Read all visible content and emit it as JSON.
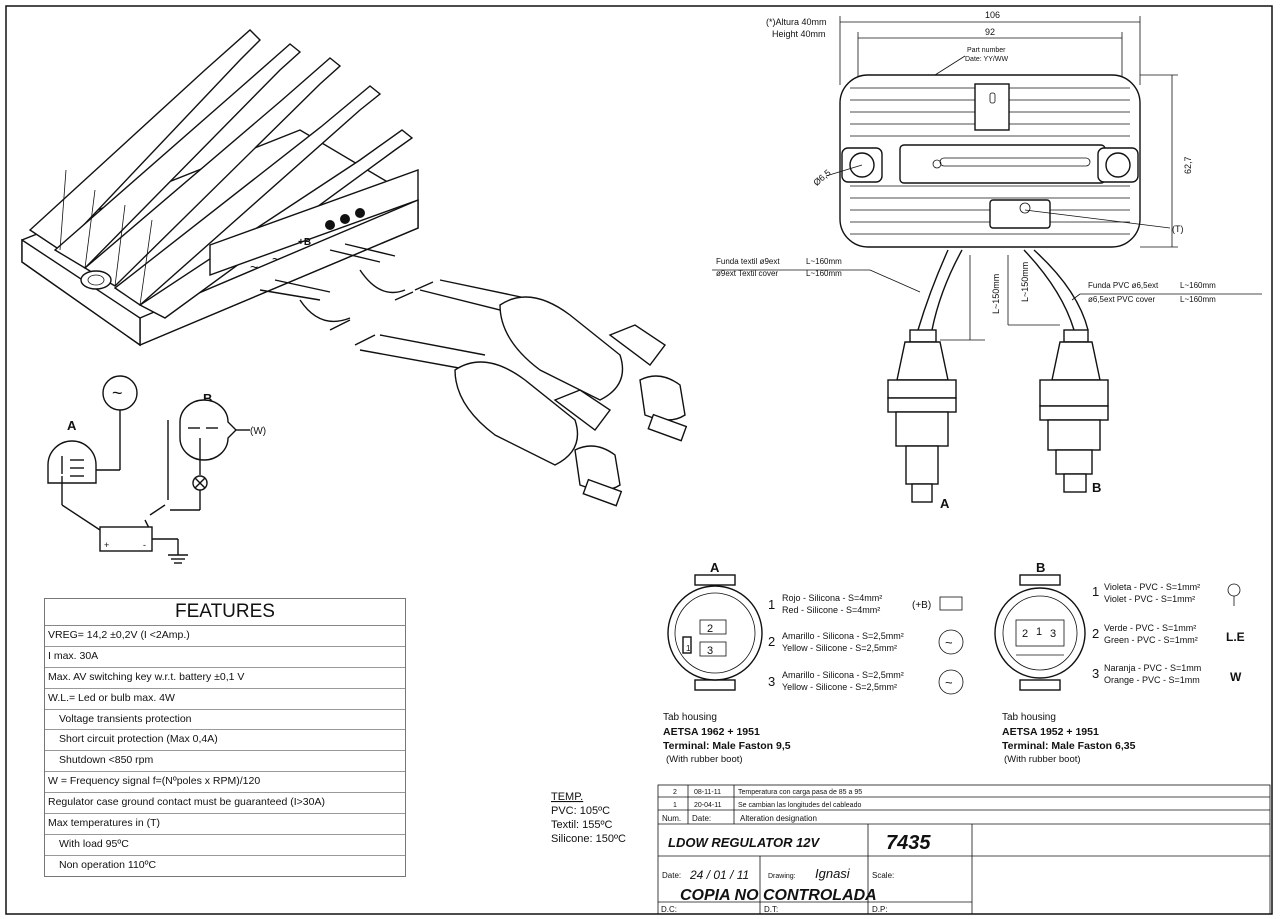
{
  "dimensions": {
    "height_es": "(*)Altura 40mm",
    "height_en": "Height 40mm",
    "width_total": "106",
    "width_holes": "92",
    "depth": "62,7",
    "hole_dia": "Ø6,5",
    "marker": "(T)",
    "part_number_label": "Part number",
    "date_label": "Date: YY/WW",
    "cable_left_len": "L~150mm",
    "cable_right_len": "L~150mm",
    "textile_es": "Funda textil ø9ext",
    "textile_es_len": "L~160mm",
    "textile_en": "ø9ext Textil cover",
    "textile_en_len": "L~160mm",
    "pvc_es": "Funda PVC ø6,5ext",
    "pvc_es_len": "L~160mm",
    "pvc_en": "ø6,5ext PVC cover",
    "pvc_en_len": "L~160mm",
    "connector_a": "A",
    "connector_b": "B"
  },
  "schematic": {
    "label_a": "A",
    "label_b": "B",
    "label_w": "(W)",
    "ac_symbol": "~"
  },
  "body_marks": {
    "plus_b": "+B"
  },
  "features": {
    "title": "FEATURES",
    "rows": [
      {
        "text": "VREG= 14,2 ±0,2V (I <2Amp.)",
        "indent": false
      },
      {
        "text": "I max. 30A",
        "indent": false
      },
      {
        "text": "Max. AV switching key w.r.t. battery  ±0,1 V",
        "indent": false
      },
      {
        "text": "W.L.= Led or bulb max. 4W",
        "indent": false
      },
      {
        "text": "Voltage transients protection",
        "indent": true
      },
      {
        "text": "Short circuit protection (Max 0,4A)",
        "indent": true
      },
      {
        "text": "Shutdown <850 rpm",
        "indent": true
      },
      {
        "text": "W = Frequency signal f=(Nºpoles x RPM)/120",
        "indent": false
      },
      {
        "text": "Regulator case ground contact must be guaranteed (I>30A)",
        "indent": false
      },
      {
        "text": "Max temperatures in (T)",
        "indent": false
      },
      {
        "text": "With load 95ºC",
        "indent": true
      },
      {
        "text": "Non operation 110ºC",
        "indent": true
      }
    ]
  },
  "pinout_a": {
    "label": "A",
    "pins": [
      {
        "num": "1",
        "es": "Rojo - Silicona - S=4mm²",
        "en": "Red - Silicone - S=4mm²",
        "extra": "(+B)"
      },
      {
        "num": "2",
        "es": "Amarillo - Silicona - S=2,5mm²",
        "en": "Yellow - Silicone - S=2,5mm²",
        "extra": "~"
      },
      {
        "num": "3",
        "es": "Amarillo - Silicona - S=2,5mm²",
        "en": "Yellow - Silicone - S=2,5mm²",
        "extra": "~"
      }
    ],
    "housing_title": "Tab housing",
    "housing_model": "AETSA 1962 + 1951",
    "terminal": "Terminal: Male Faston 9,5",
    "boot": "(With rubber boot)",
    "pin_labels": [
      "2",
      "1",
      "3"
    ]
  },
  "pinout_b": {
    "label": "B",
    "pins": [
      {
        "num": "1",
        "es": "Violeta - PVC - S=1mm²",
        "en": "Violet - PVC - S=1mm²",
        "extra": ""
      },
      {
        "num": "2",
        "es": "Verde - PVC - S=1mm²",
        "en": "Green - PVC - S=1mm²",
        "extra": "L.E"
      },
      {
        "num": "3",
        "es": "Naranja - PVC - S=1mm",
        "en": "Orange - PVC - S=1mm",
        "extra": "W"
      }
    ],
    "housing_title": "Tab housing",
    "housing_model": "AETSA 1952 + 1951",
    "terminal": "Terminal: Male Faston 6,35",
    "boot": "(With rubber boot)",
    "pin_labels": [
      "2",
      "1",
      "3"
    ]
  },
  "temps": {
    "title": "TEMP.",
    "pvc": "PVC: 105ºC",
    "textil": "Textil: 155ºC",
    "silicone": "Silicone: 150ºC"
  },
  "title_block": {
    "revisions": [
      {
        "num": "2",
        "date": "08-11-11",
        "desc": "Temperatura con carga pasa de 85 a 95"
      },
      {
        "num": "1",
        "date": "20-04-11",
        "desc": "Se cambian las longitudes del cableado"
      }
    ],
    "hdr_num": "Num.",
    "hdr_date": "Date:",
    "hdr_desc": "Alteration designation",
    "name": "LDOW REGULATOR 12V",
    "code": "7435",
    "date_label": "Date:",
    "date_value": "24 / 01 / 11",
    "drawing_label": "Drawing:",
    "drawing_value": "Ignasi",
    "scale_label": "Scale:",
    "stamp": "COPIA NO CONTROLADA",
    "dc": "D.C:",
    "dt": "D.T:",
    "dp": "D.P:"
  }
}
